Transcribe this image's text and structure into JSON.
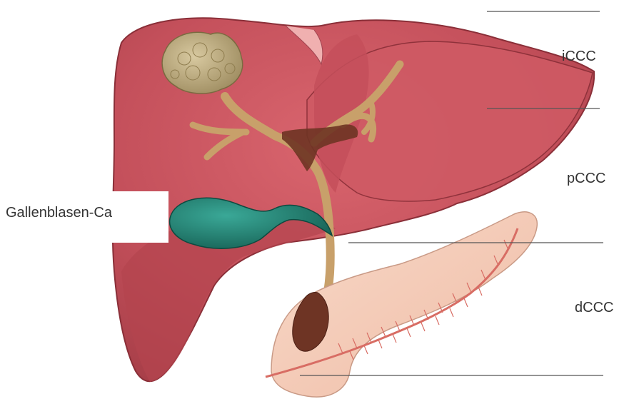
{
  "labels": {
    "iccc": "iCCC",
    "pccc": "pCCC",
    "dccc": "dCCC",
    "gallbladder": "Gallenblasen-Ca"
  },
  "colors": {
    "liver": "#c7545e",
    "liver_dark": "#9e3c45",
    "liver_highlight": "#e07c82",
    "tumor": "#b9a878",
    "bile_duct": "#c8a06a",
    "bile_duct_dark": "#6e3424",
    "gallbladder": "#1f7a6b",
    "pancreas": "#f3c9b5",
    "pancreatic_duct": "#d86d64",
    "divider_line": "#555555"
  }
}
